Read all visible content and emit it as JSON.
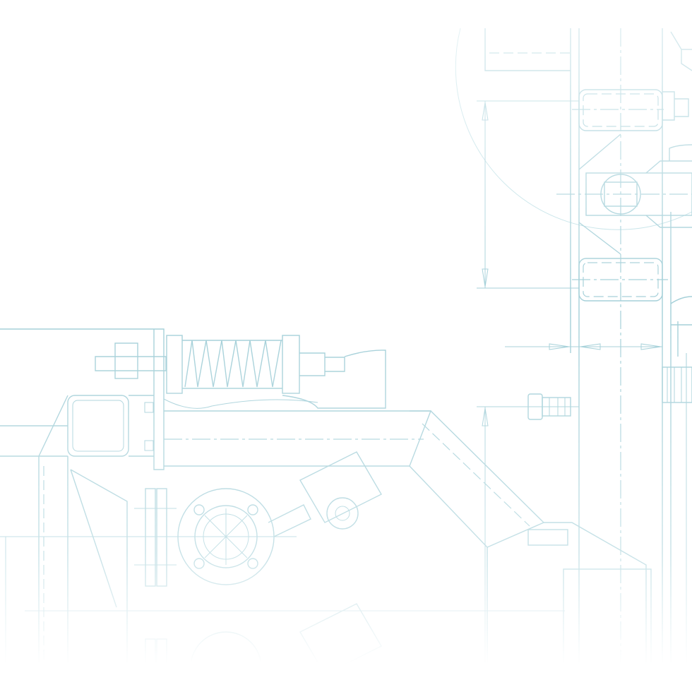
{
  "colors": {
    "background": "#ffffff",
    "line": "#a9d2da",
    "line_strong": "#9ccbd5"
  },
  "icons": [
    "spring-assembly-drawing",
    "bearing-housing-drawing",
    "flange-valve-drawing",
    "dimension-arrow"
  ]
}
